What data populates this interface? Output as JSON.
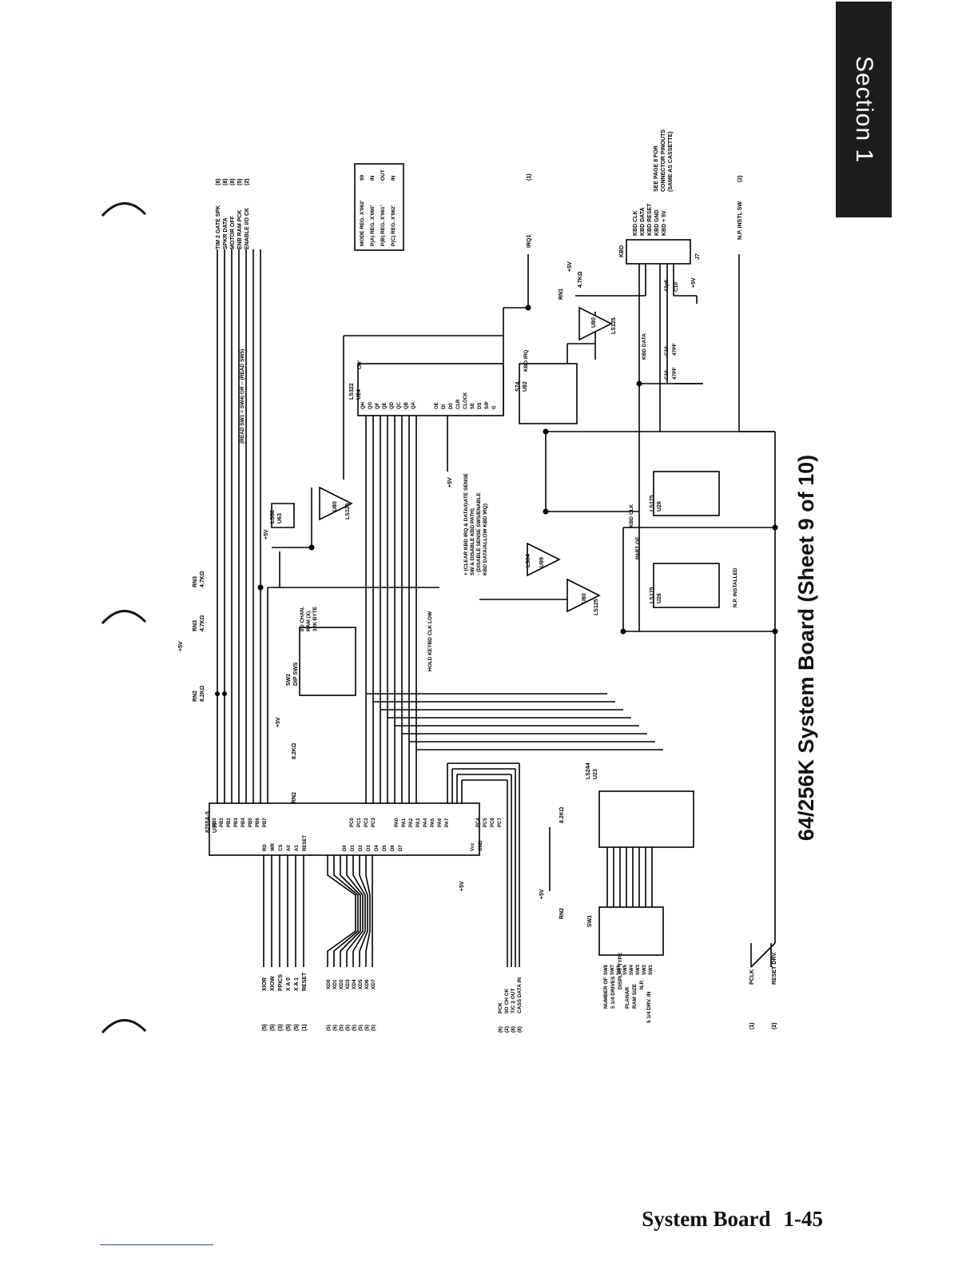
{
  "section_tab": {
    "label": "Section 1"
  },
  "title": "64/256K System Board (Sheet 9 of 10)",
  "footer": {
    "text": "System Board",
    "page": "1-45"
  },
  "registers": [
    {
      "label": "MODE REG. X'063'",
      "value": "99"
    },
    {
      "label": "P(A) REG. X'060'",
      "value": "IN"
    },
    {
      "label": "P(B) REG. X'061'",
      "value": "OUT"
    },
    {
      "label": "P(C) REG. X'062'",
      "value": "IN"
    }
  ],
  "top_signals": [
    {
      "name": "TIM 2 GATE SPK",
      "ref": "(8)"
    },
    {
      "name": "SPKR DATA",
      "ref": "(8)"
    },
    {
      "name": "MOTOR OFF",
      "ref": "(8)"
    },
    {
      "name": "ENB RAM PCK",
      "ref": "(5)"
    },
    {
      "name": "ENABLE I/O CK",
      "ref": "(2)"
    }
  ],
  "irq1": {
    "name": "IRQ1",
    "ref": "(1)"
  },
  "kbd_connector": {
    "title": "KBD",
    "ref": "J7",
    "pins": [
      "KBD CLK",
      "KBD DATA",
      "KBD RESET",
      "KBD GND",
      "KBD + 5V"
    ],
    "note": [
      "SEE PAGE 8 FOR",
      "CONNECTOR PINOUTS",
      "(SAME AS CASSETTE)"
    ]
  },
  "np_instl": {
    "name": "N.P. INSTL SW",
    "ref": "(2)"
  },
  "left_inputs": [
    {
      "name": "XIOR",
      "ref": "(5)"
    },
    {
      "name": "XIOW",
      "ref": "(5)"
    },
    {
      "name": "PPICS",
      "ref": "(3)"
    },
    {
      "name": "X A 0",
      "ref": "(5)"
    },
    {
      "name": "X A 1",
      "ref": "(5)"
    },
    {
      "name": "RESET",
      "ref": "(1)"
    }
  ],
  "data_bus": [
    {
      "name": "XD0",
      "ref": "(5)"
    },
    {
      "name": "XD1",
      "ref": "(5)"
    },
    {
      "name": "XD2",
      "ref": "(5)"
    },
    {
      "name": "XD3",
      "ref": "(5)"
    },
    {
      "name": "XD4",
      "ref": "(5)"
    },
    {
      "name": "XD5",
      "ref": "(5)"
    },
    {
      "name": "XD6",
      "ref": "(5)"
    },
    {
      "name": "XD7",
      "ref": "(5)"
    }
  ],
  "pc_inputs": [
    {
      "name": "PCK",
      "ref": "(6)"
    },
    {
      "name": "I/O CH CK",
      "ref": "(2)"
    },
    {
      "name": "T/C 2 OUT",
      "ref": "(8)"
    },
    {
      "name": "CASS DATA IN",
      "ref": "(8)"
    }
  ],
  "bottom_signals": [
    {
      "name": "PCLK",
      "ref": "(1)"
    },
    {
      "name": "RESET DRV.",
      "ref": "(2)"
    }
  ],
  "sw1_labels": [
    "NUMBER OF",
    "5 1/4 DRIVES",
    "DISPLAY TYPE",
    "PLANAR",
    "RAM SIZE",
    "N.P.",
    "5 1/4 DRV. IN"
  ],
  "sw1_switches": [
    "SW8",
    "SW7",
    "SW6",
    "SW5",
    "SW4",
    "SW3",
    "SW2",
    "SW1"
  ],
  "chips": {
    "ppi": [
      "8255A-5",
      "U36"
    ],
    "ls244": [
      "LS244",
      "U23"
    ],
    "ls322": [
      "LS322",
      "U24"
    ],
    "s74": [
      "S74",
      "U82"
    ],
    "ls38": [
      "LS38",
      "U63"
    ],
    "ls125_u80": [
      "LS125",
      "U80"
    ],
    "ls04": [
      "LS04",
      "U99"
    ],
    "ls175": [
      "LS175",
      "U26"
    ],
    "sw2": [
      "SW2",
      "DIP SWS"
    ],
    "sw1": "SW1"
  },
  "ppi_left_pins": [
    "RD",
    "WR",
    "CS",
    "A0",
    "A1",
    "RESET",
    "D0",
    "D1",
    "D2",
    "D3",
    "D4",
    "D5",
    "D6",
    "D7",
    "Vcc",
    "GND"
  ],
  "ppi_port_pins": [
    "PB0",
    "PB1",
    "PB2",
    "PB3",
    "PB4",
    "PB5",
    "PB6",
    "PB7",
    "PC0",
    "PC1",
    "PC2",
    "PC3",
    "PA0",
    "PA1",
    "PA2",
    "PA3",
    "PA4",
    "PA5",
    "PA6",
    "PA7",
    "PC4",
    "PC5",
    "PC6",
    "PC7"
  ],
  "ls322_pins": [
    "QH",
    "QG",
    "QF",
    "QE",
    "QD",
    "QC",
    "QB",
    "QA",
    "OE",
    "DI",
    "D0",
    "CLR",
    "CLOCK",
    "SE",
    "DS",
    "S/P",
    "G"
  ],
  "annotations": {
    "read_sw": "(READ SW1 = SW4) OR -- (READ SW5)",
    "clear_kbd": [
      "+ (CLEAR KBD IRQ & DATA/GATE SENSE",
      "SW & DISABLE KBD PATH)",
      "- (DISABLE SENSE SWS/ENABLE",
      "KBD DATA/ALLOW KBD IRQ)"
    ],
    "hold_kbd": "HOLD KEYBD CLK LOW",
    "io_chan": [
      "I/O CHAN.",
      "RAM (X)",
      "32K BYTE"
    ],
    "part_of": "PART OF",
    "kbd_clk_net": "KBD CLK",
    "kbd_data_net": "KBD DATA",
    "np_installed": "N.P. INSTALLED",
    "kbd_irq": "KBD IRQ",
    "oh_pin": "OH'"
  },
  "components": {
    "rn2": "RN2",
    "rn3": "RN3",
    "rn1": "RN1",
    "r_8_2k": "8.2KΩ",
    "r_4_7k": "4.7KΩ",
    "c10": "C10",
    "c10_val": "47PF",
    "c10b_val": "47pF",
    "plus5v": "+5V"
  }
}
